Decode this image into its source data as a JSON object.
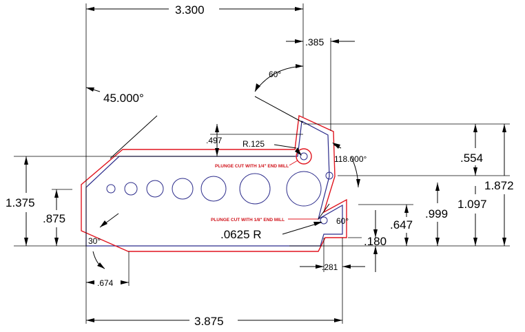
{
  "drawing": {
    "dimensions": {
      "overall_top": "3.300",
      "slot_width": ".385",
      "angle_60_top": "60°",
      "chamfer_angle": "45.000°",
      "height_497": ".497",
      "radius_125": "R.125",
      "angle_118": "118.000°",
      "height_554": ".554",
      "height_1872": "1.872",
      "height_1375": "1.375",
      "height_875": ".875",
      "height_1097": "1.097",
      "height_999": ".999",
      "height_647": ".647",
      "angle_60_lower": "60°",
      "radius_0625": ".0625 R",
      "height_180": ".180",
      "angle_30": "30°",
      "width_281": ".281",
      "width_674": ".674",
      "overall_bottom": "3.875"
    },
    "notes": {
      "plunge_quarter": "PLUNGE CUT WITH 1/4\" END MILL",
      "plunge_eighth": "PLUNGE CUT WITH 1/8\" END MILL"
    },
    "colors": {
      "cut_path": "#e0141e",
      "part_outline": "#2a2a8a",
      "dimension": "#000000"
    }
  }
}
